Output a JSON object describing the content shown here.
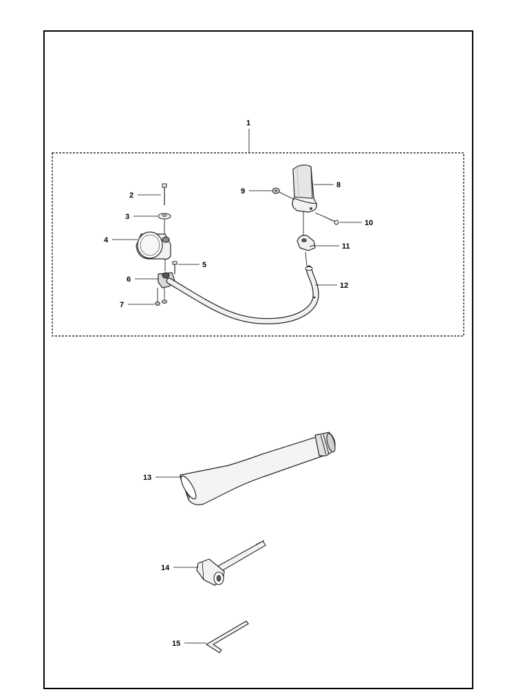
{
  "callouts": {
    "c1": "1",
    "c2": "2",
    "c3": "3",
    "c4": "4",
    "c5": "5",
    "c6": "6",
    "c7": "7",
    "c8": "8",
    "c9": "9",
    "c10": "10",
    "c11": "11",
    "c12": "12",
    "c13": "13",
    "c14": "14",
    "c15": "15"
  },
  "parts": {
    "p1": "kit-assembly-group",
    "p2": "screw-icon",
    "p3": "washer-icon",
    "p4": "clamp-icon",
    "p5": "screw-icon",
    "p6": "bracket-icon",
    "p7": "nut-icon",
    "p8": "handle-grip-icon",
    "p9": "nut-icon",
    "p10": "screw-icon",
    "p11": "clip-icon",
    "p12": "loop-handle-tube-icon",
    "p13": "flat-nozzle-icon",
    "p14": "combination-spanner-icon",
    "p15": "hex-key-icon"
  },
  "colors": {
    "frame": "#000000",
    "part_fill": "#f2f2f2",
    "part_shade": "#bdbdbd",
    "part_stroke": "#222222"
  }
}
